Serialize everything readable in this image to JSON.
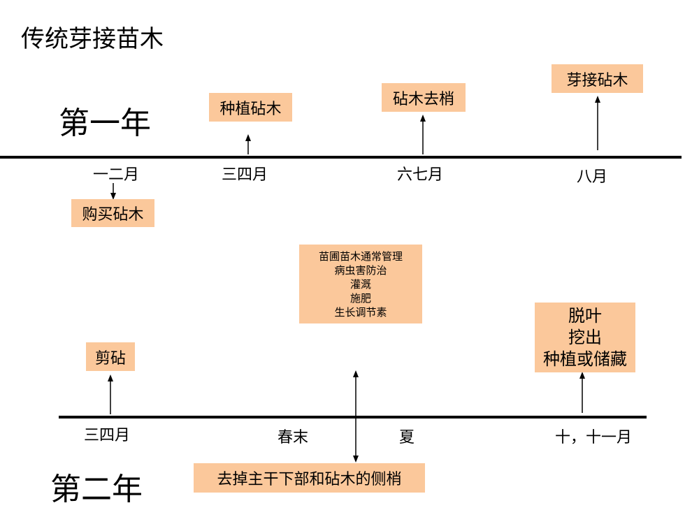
{
  "title": "传统芽接苗木",
  "year1": {
    "label": "第一年",
    "months": {
      "m12": "一二月",
      "m34": "三四月",
      "m67": "六七月",
      "m8": "八月"
    },
    "events": {
      "buy": "购买砧木",
      "plant": "种植砧木",
      "top": "砧木去梢",
      "bud": "芽接砧木"
    }
  },
  "year2": {
    "label": "第二年",
    "periods": {
      "m34": "三四月",
      "late_spring": "春末",
      "summer": "夏",
      "m1011": "十，十一月"
    },
    "events": {
      "cut": "剪砧",
      "nursery_lines": [
        "苗圃苗木通常管理",
        "病虫害防治",
        "灌溉",
        "施肥",
        "生长调节素"
      ],
      "remove": "去掉主干下部和砧木的侧梢",
      "final_lines": [
        "脱叶",
        "挖出",
        "种植或储藏"
      ]
    }
  }
}
